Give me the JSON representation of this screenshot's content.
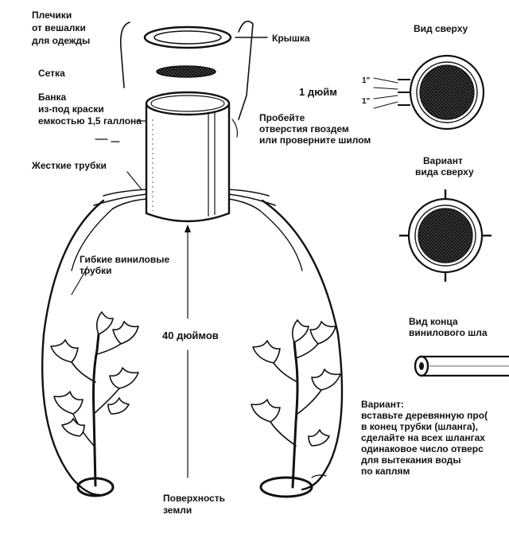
{
  "labels": {
    "hanger": [
      "Плечики",
      "от вешалки",
      "для одежды"
    ],
    "lid": "Крышка",
    "mesh": "Сетка",
    "can": [
      "Банка",
      "из-под краски",
      "емкостью 1,5 галлона"
    ],
    "punch": [
      "Пробейте",
      "отверстия гвоздем",
      "или проверните шилом"
    ],
    "rigid": "Жесткие трубки",
    "vinyl": [
      "Гибкие виниловые",
      "трубки"
    ],
    "height": "40 дюймов",
    "ground": [
      "Поверхность",
      "земли"
    ],
    "top_view": "Вид сверху",
    "inch": "1 дюйм",
    "inch_mark": "1\"",
    "variant_top": [
      "Вариант",
      "вида сверху"
    ],
    "hose_end": [
      "Вид конца",
      "винилового шла"
    ],
    "variant_note": [
      "Вариант:",
      "вставьте деревянную про(",
      "в конец трубки (шланга),",
      "сделайте на всех шлангах",
      "одинаковое число отверс",
      "для вытекания воды",
      "по каплям"
    ]
  },
  "colors": {
    "ink": "#111111",
    "mesh": "#2a2a2a",
    "paper": "#ffffff"
  }
}
